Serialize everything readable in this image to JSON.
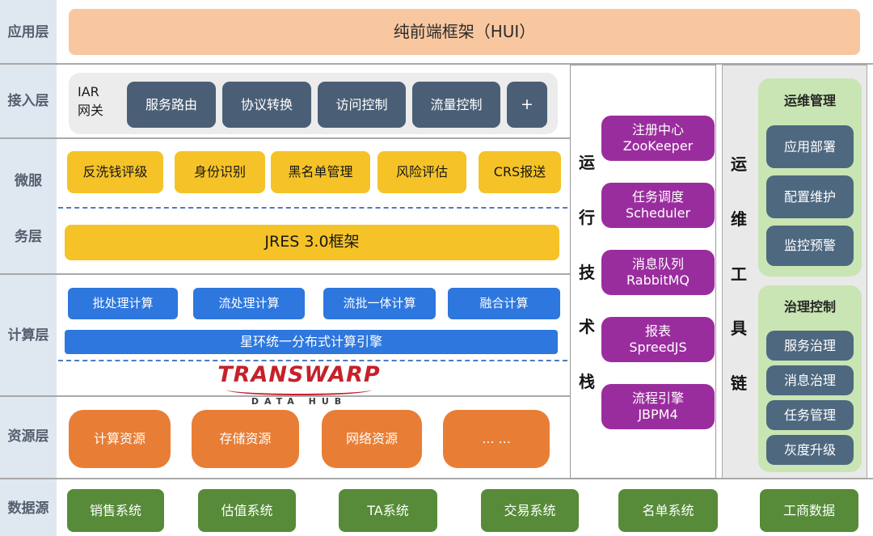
{
  "colors": {
    "app_bar": "#f8c7a0",
    "access_button": "#4a5f76",
    "microservice_button": "#f5c328",
    "compute_button": "#2d77de",
    "resource_button": "#e87e35",
    "datasource_button": "#578b39",
    "runtime_button": "#9a2d9e",
    "ops_group_panel": "#c8e5b3",
    "ops_button": "#4e6880",
    "sidebar_bg": "#dfe7f1",
    "logo_red": "#c5212b",
    "dashed_line": "#4f7bc0"
  },
  "sidebar": {
    "labels": {
      "app": "应用层",
      "access": "接入层",
      "micro_line1": "微服",
      "micro_line2": "务层",
      "compute": "计算层",
      "resource": "资源层",
      "datasource": "数据源"
    }
  },
  "app_layer": {
    "title": "纯前端框架（HUI）"
  },
  "access_layer": {
    "gateway": {
      "line1": "IAR",
      "line2": "网关"
    },
    "buttons": [
      "服务路由",
      "协议转换",
      "访问控制",
      "流量控制",
      "+"
    ]
  },
  "microservice_layer": {
    "services": [
      "反洗钱评级",
      "身份识别",
      "黑名单管理",
      "风险评估",
      "CRS报送"
    ],
    "framework": "JRES 3.0框架"
  },
  "compute_layer": {
    "modes": [
      "批处理计算",
      "流处理计算",
      "流批一体计算",
      "融合计算"
    ],
    "engine": "星环统一分布式计算引擎",
    "logo": {
      "brand": "TRANSWARP",
      "sub": "DATA HUB"
    }
  },
  "resource_layer": {
    "items": [
      "计算资源",
      "存储资源",
      "网络资源",
      "... ..."
    ]
  },
  "datasource_layer": {
    "systems": [
      "销售系统",
      "估值系统",
      "TA系统",
      "交易系统",
      "名单系统",
      "工商数据"
    ]
  },
  "runtime_stack": {
    "vertical_label": "运行技术栈",
    "chars": [
      "运",
      "行",
      "技",
      "术",
      "栈"
    ],
    "items": [
      {
        "line1": "注册中心",
        "line2": "ZooKeeper"
      },
      {
        "line1": "任务调度",
        "line2": "Scheduler"
      },
      {
        "line1": "消息队列",
        "line2": "RabbitMQ"
      },
      {
        "line1": "报表",
        "line2": "SpreedJS"
      },
      {
        "line1": "流程引擎",
        "line2": "JBPM4"
      }
    ]
  },
  "ops_toolchain": {
    "vertical_label": "运维工具链",
    "chars": [
      "运",
      "维",
      "工",
      "具",
      "链"
    ],
    "groups": [
      {
        "title": "运维管理",
        "items": [
          "应用部署",
          "配置维护",
          "监控预警"
        ]
      },
      {
        "title": "治理控制",
        "items": [
          "服务治理",
          "消息治理",
          "任务管理",
          "灰度升级"
        ]
      }
    ]
  }
}
